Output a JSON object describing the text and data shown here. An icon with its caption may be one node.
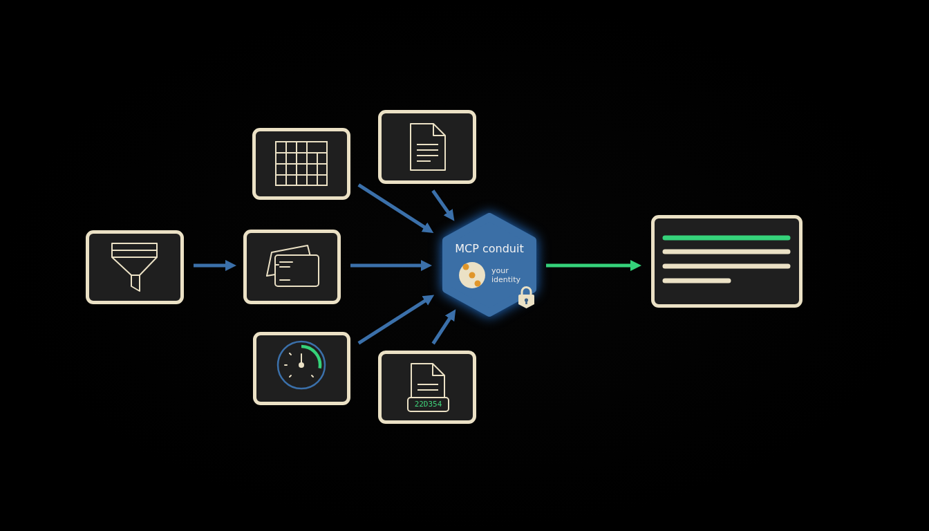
{
  "diagram": {
    "nodes": [
      {
        "text": [],
        "shape": "box"
      },
      {
        "text": [],
        "shape": "box"
      },
      {
        "text": [],
        "shape": "box"
      },
      {
        "text": [],
        "shape": "box"
      },
      {
        "text": [],
        "shape": "box"
      },
      {
        "text": [
          "22D354"
        ]
      },
      {
        "text": [
          "MCP conduit",
          "your identity"
        ]
      },
      {
        "text": [],
        "shape": "box"
      }
    ],
    "edges": [
      {
        "from": 0,
        "to": 2,
        "arrow": "to"
      },
      {
        "from": 1,
        "to": 6,
        "arrow": "to"
      },
      {
        "from": 4,
        "to": 6,
        "arrow": "to"
      },
      {
        "from": 2,
        "to": 6,
        "arrow": "to"
      },
      {
        "from": 3,
        "to": 6,
        "arrow": "to"
      },
      {
        "from": 5,
        "to": 6,
        "arrow": "to"
      },
      {
        "from": 6,
        "to": 7,
        "arrow": "to",
        "color": "#35d27a"
      }
    ]
  }
}
